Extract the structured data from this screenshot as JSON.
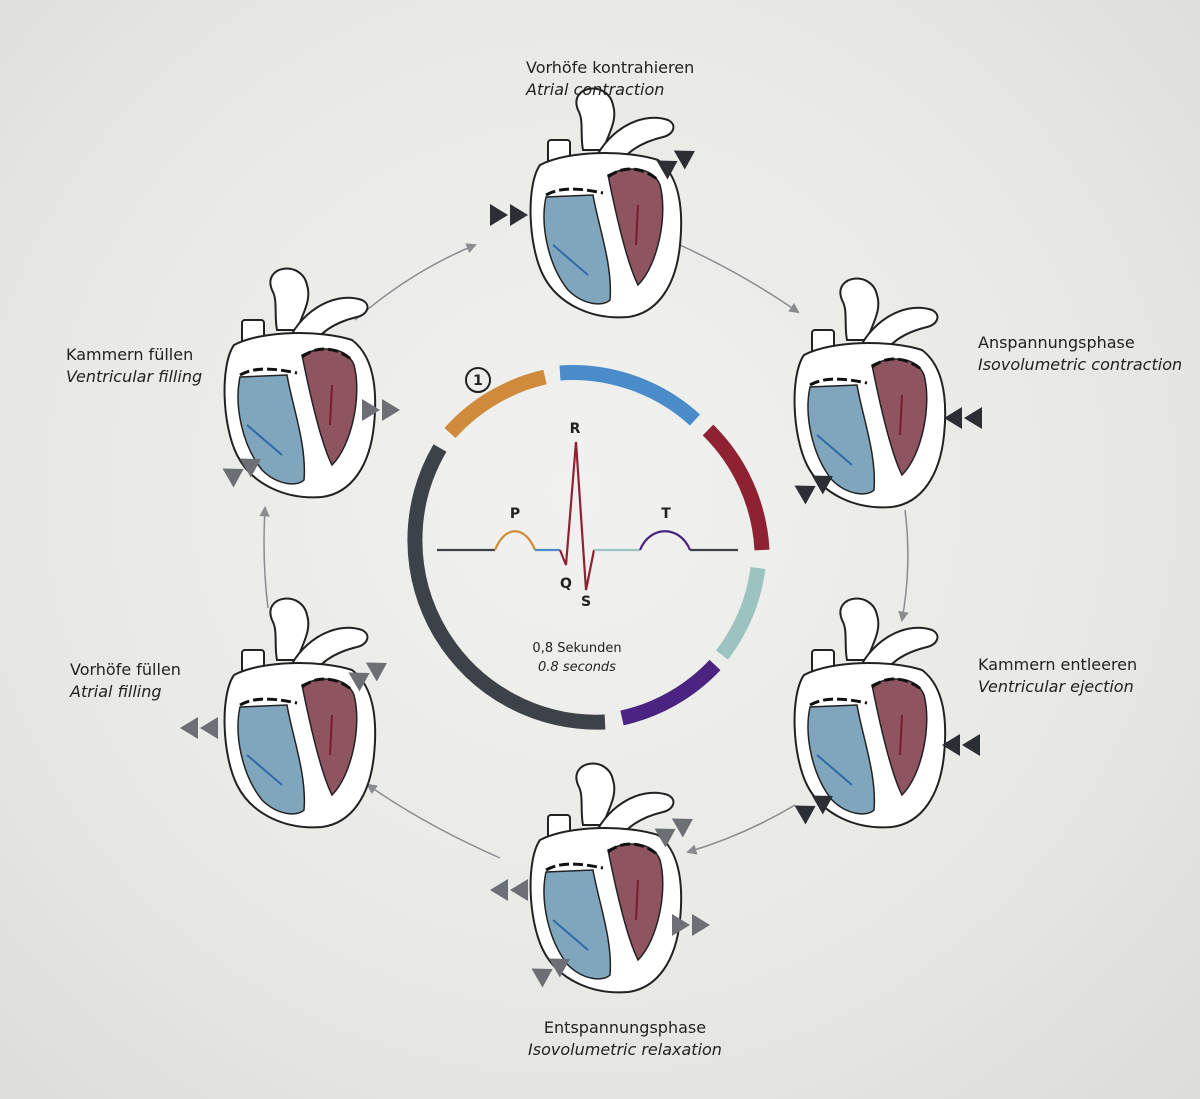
{
  "phases": {
    "atrial_contraction": {
      "de": "Vorhöfe kontrahieren",
      "en": "Atrial contraction"
    },
    "isovolumetric_contraction": {
      "de": "Anspannungsphase",
      "en": "Isovolumetric contraction"
    },
    "ventricular_ejection": {
      "de": "Kammern entleeren",
      "en": "Ventricular ejection"
    },
    "isovolumetric_relaxation": {
      "de": "Entspannungsphase",
      "en": "Isovolumetric relaxation"
    },
    "atrial_filling": {
      "de": "Vorhöfe füllen",
      "en": "Atrial filling"
    },
    "ventricular_filling": {
      "de": "Kammern füllen",
      "en": "Ventricular filling"
    }
  },
  "ecg": {
    "p": "P",
    "q": "Q",
    "r": "R",
    "s": "S",
    "t": "T"
  },
  "step_marker": "1",
  "duration": {
    "de": "0,8 Sekunden",
    "en": "0.8 seconds"
  },
  "colors": {
    "atrial_orange": "#d08a3c",
    "blue": "#4a8cc9",
    "red": "#8f2232",
    "teal": "#9cc3c0",
    "purple": "#4a2480",
    "dark": "#3d4248",
    "blood_blue": "#7fa6bd",
    "blood_red": "#8e5560"
  }
}
